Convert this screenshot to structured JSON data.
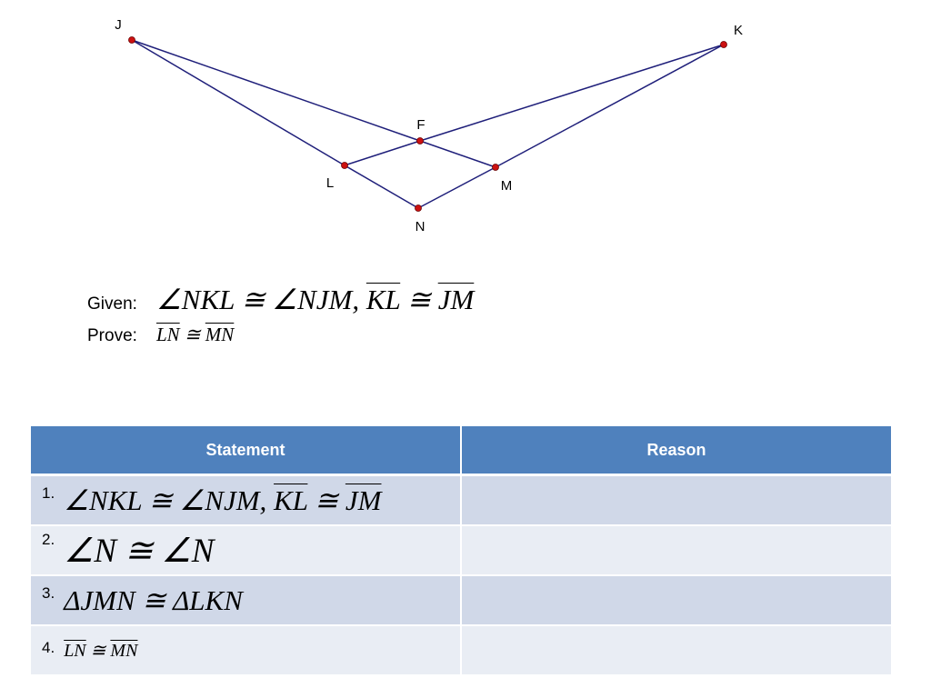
{
  "figure": {
    "points": [
      {
        "id": "J",
        "label": "J"
      },
      {
        "id": "K",
        "label": "K"
      },
      {
        "id": "F",
        "label": "F"
      },
      {
        "id": "L",
        "label": "L"
      },
      {
        "id": "M",
        "label": "M"
      },
      {
        "id": "N",
        "label": "N"
      }
    ],
    "segments": [
      [
        "J",
        "F"
      ],
      [
        "J",
        "L"
      ],
      [
        "K",
        "F"
      ],
      [
        "K",
        "M"
      ],
      [
        "L",
        "F"
      ],
      [
        "F",
        "M"
      ],
      [
        "L",
        "N"
      ],
      [
        "M",
        "N"
      ]
    ],
    "line_color": "#1f1f7a",
    "point_color": "#cc1111"
  },
  "given": {
    "label": "Given:",
    "angle_part": "∠NKL ≅ ∠NJM",
    "separator": ", ",
    "seg1": "KL",
    "cong": " ≅ ",
    "seg2": "JM"
  },
  "prove": {
    "label": "Prove:",
    "seg1": "LN",
    "cong": " ≅ ",
    "seg2": "MN"
  },
  "table": {
    "headers": {
      "statement": "Statement",
      "reason": "Reason"
    },
    "header_color": "#4f81bd",
    "rows": [
      {
        "num": "1.",
        "angle_part": "∠NKL ≅ ∠NJM",
        "separator": ", ",
        "seg1": "KL",
        "cong": " ≅ ",
        "seg2": "JM",
        "reason": ""
      },
      {
        "num": "2.",
        "text": "∠N ≅ ∠N",
        "reason": ""
      },
      {
        "num": "3.",
        "text": "ΔJMN ≅ ΔLKN",
        "reason": ""
      },
      {
        "num": "4.",
        "seg1": "LN",
        "cong": " ≅ ",
        "seg2": "MN",
        "reason": ""
      }
    ]
  }
}
